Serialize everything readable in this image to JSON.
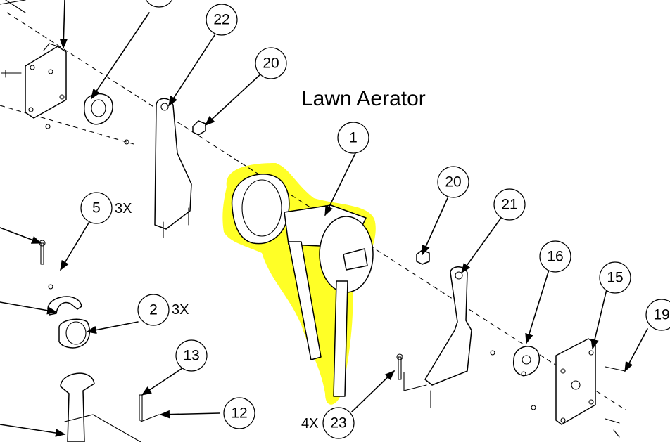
{
  "title": "Lawn Aerator",
  "highlight_color": "#ffff00",
  "callouts": [
    {
      "id": "c1",
      "label": "1"
    },
    {
      "id": "c20a",
      "label": "20"
    },
    {
      "id": "c20b",
      "label": "20"
    },
    {
      "id": "c22",
      "label": "22"
    },
    {
      "id": "c21",
      "label": "21"
    },
    {
      "id": "c16",
      "label": "16"
    },
    {
      "id": "c15",
      "label": "15"
    },
    {
      "id": "c19",
      "label": "19"
    },
    {
      "id": "c5",
      "label": "5"
    },
    {
      "id": "c2",
      "label": "2"
    },
    {
      "id": "c13",
      "label": "13"
    },
    {
      "id": "c12",
      "label": "12"
    },
    {
      "id": "c23",
      "label": "23"
    }
  ],
  "quantities": {
    "c5": "3X",
    "c2": "3X",
    "c23": "4X"
  }
}
